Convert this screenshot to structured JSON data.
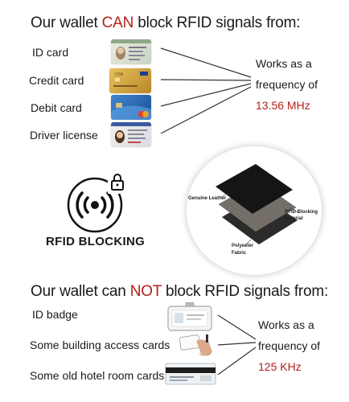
{
  "top": {
    "heading_prefix": "Our wallet ",
    "heading_emphasis": "CAN",
    "heading_suffix": " block RFID signals from:",
    "items": [
      {
        "label": "ID card"
      },
      {
        "label": "Credit card"
      },
      {
        "label": "Debit card"
      },
      {
        "label": "Driver license"
      }
    ],
    "works_line1": "Works as a",
    "works_line2": "frequency of",
    "frequency": "13.56 MHz"
  },
  "middle": {
    "rfid_label": "RFID BLOCKING",
    "layers": {
      "leather": "Genuine Leather",
      "blocking_line1": "RFID Blocking",
      "blocking_line2": "Material",
      "polyester_line1": "Polyester",
      "polyester_line2": "Fabric"
    }
  },
  "bottom": {
    "heading_prefix": "Our wallet can ",
    "heading_emphasis": "NOT",
    "heading_suffix": " block RFID signals from:",
    "items": [
      {
        "label": "ID badge"
      },
      {
        "label": "Some building access cards"
      },
      {
        "label": "Some old hotel room cards"
      }
    ],
    "works_line1": "Works as a",
    "works_line2": "frequency of",
    "frequency": "125 KHz"
  },
  "colors": {
    "accent_red": "#b3201a",
    "card_gold": "#d4a437",
    "card_blue": "#2f6fb5"
  },
  "icons": [
    "id-card-icon",
    "credit-card-icon",
    "debit-card-icon",
    "driver-license-icon",
    "rfid-signal-lock-icon",
    "layered-material-icon",
    "id-badge-icon",
    "access-card-icon",
    "hotel-key-card-icon"
  ]
}
